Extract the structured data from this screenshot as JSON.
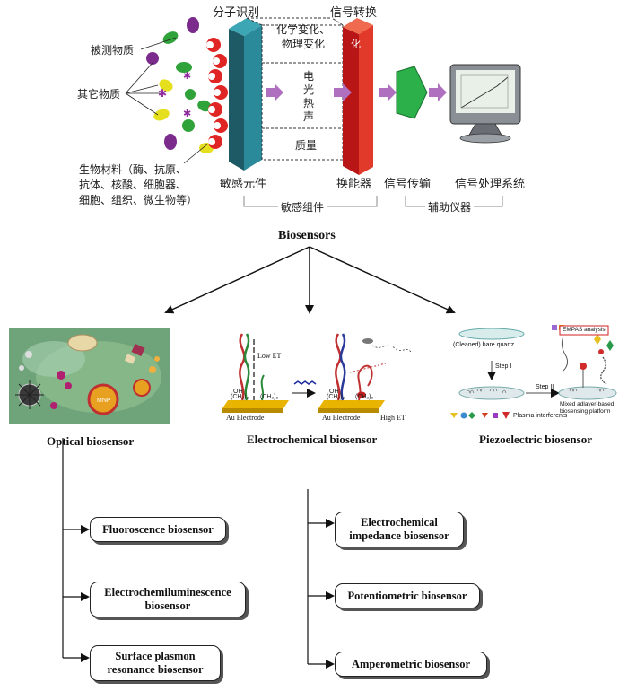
{
  "top": {
    "analyte": "被测物质",
    "other": "其它物质",
    "biomaterials": [
      "生物材料（酶、抗原、",
      "抗体、核酸、细胞器、",
      "细胞、组织、微生物等）"
    ],
    "recognition": "分子识别",
    "conversion": "信号转换",
    "changes": [
      "化学变化、",
      "物理变化"
    ],
    "signal_types": [
      "电",
      "光",
      "热",
      "声"
    ],
    "mass": "质量",
    "chem_mark": "化",
    "sensing_element": "敏感元件",
    "transducer": "换能器",
    "transmission": "信号传输",
    "processing": "信号处理系统",
    "sensing_assembly": "敏感组件",
    "aux": "辅助仪器"
  },
  "main_title": "Biosensors",
  "categories": {
    "optical": "Optical biosensor",
    "electrochemical": "Electrochemical biosensor",
    "piezoelectric": "Piezoelectric biosensor"
  },
  "optical_image": {
    "np_label": "MNP"
  },
  "electro_image": {
    "low_et": "Low ET",
    "high_et": "High ET",
    "electrode": "Au Electrode",
    "oh": "OH",
    "chain": "(CH₂)₆"
  },
  "piezo_image": {
    "quartz": "(Cleaned) bare quartz",
    "step1": "Step I",
    "step2": "Step II",
    "interferents": "Plasma interferents",
    "platform": [
      "Mixed adlayer-based",
      "biosensing platform"
    ],
    "empas": "EMPAS analysis"
  },
  "optical_list": [
    [
      "Fluoroscence  biosensor"
    ],
    [
      "Electrochemiluminescence",
      "biosensor"
    ],
    [
      "Surface plasmon",
      "resonance biosensor"
    ]
  ],
  "electro_list": [
    [
      "Electrochemical",
      "impedance biosensor"
    ],
    [
      "Potentiometric biosensor"
    ],
    [
      "Amperometric biosensor"
    ]
  ]
}
